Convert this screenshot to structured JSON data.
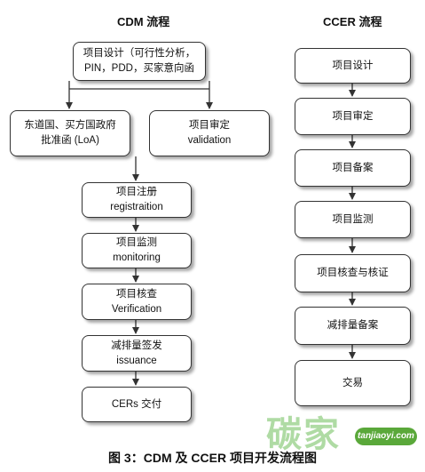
{
  "cdm": {
    "title": "CDM 流程",
    "design": [
      "项目设计（可行性分析，",
      "PIN，PDD，买家意向函"
    ],
    "loa": [
      "东道国、买方国政府",
      "批准函 (LoA)"
    ],
    "validation": [
      "项目审定",
      "validation"
    ],
    "registration": [
      "项目注册",
      "registraition"
    ],
    "monitoring": [
      "项目监测",
      "monitoring"
    ],
    "verification": [
      "项目核查",
      "Verification"
    ],
    "issuance": [
      "减排量签发",
      "issuance"
    ],
    "cers": "CERs 交付"
  },
  "ccer": {
    "title": "CCER 流程",
    "steps": [
      "项目设计",
      "项目审定",
      "项目备案",
      "项目监测",
      "项目核查与核证",
      "减排量备案",
      "交易"
    ]
  },
  "caption": "图 3：CDM 及 CCER 项目开发流程图",
  "watermark": {
    "text": "碳家",
    "url": "tanjiaoyi.com"
  }
}
